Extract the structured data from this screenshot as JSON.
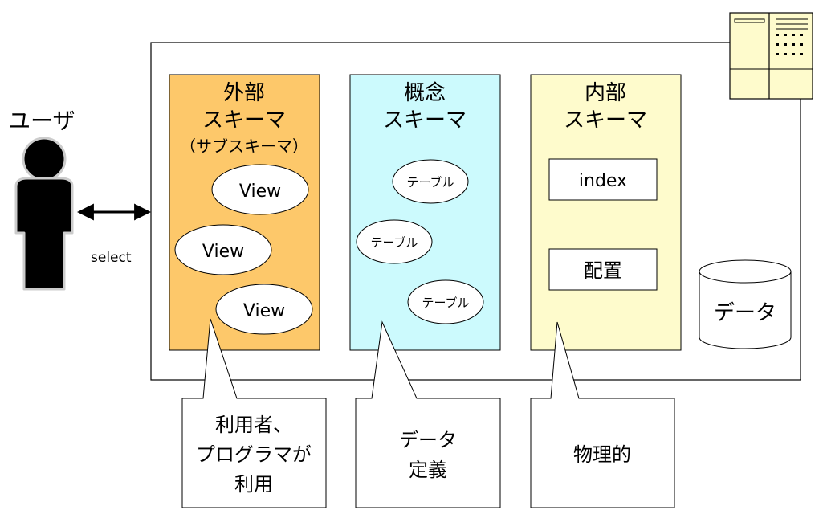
{
  "user": {
    "label": "ユーザ",
    "arrow_label": "select"
  },
  "schemas": {
    "external": {
      "title_line1": "外部",
      "title_line2": "スキーマ",
      "subtitle": "（サブスキーマ）",
      "items": [
        "View",
        "View",
        "View"
      ],
      "fill": "#fdc86a"
    },
    "conceptual": {
      "title_line1": "概念",
      "title_line2": "スキーマ",
      "items": [
        "テーブル",
        "テーブル",
        "テーブル"
      ],
      "fill": "#ccfafd"
    },
    "internal": {
      "title_line1": "内部",
      "title_line2": "スキーマ",
      "items": [
        "index",
        "配置"
      ],
      "fill": "#fefbcc"
    }
  },
  "storage": {
    "label": "データ"
  },
  "callouts": {
    "external": {
      "line1": "利用者、",
      "line2": "プログラマが",
      "line3": "利用"
    },
    "conceptual": {
      "line1": "データ",
      "line2": "定義"
    },
    "internal": {
      "line1": "物理的"
    }
  },
  "icons": {
    "user": "person-silhouette-icon",
    "server": "server-rack-icon",
    "database": "database-cylinder-icon"
  }
}
